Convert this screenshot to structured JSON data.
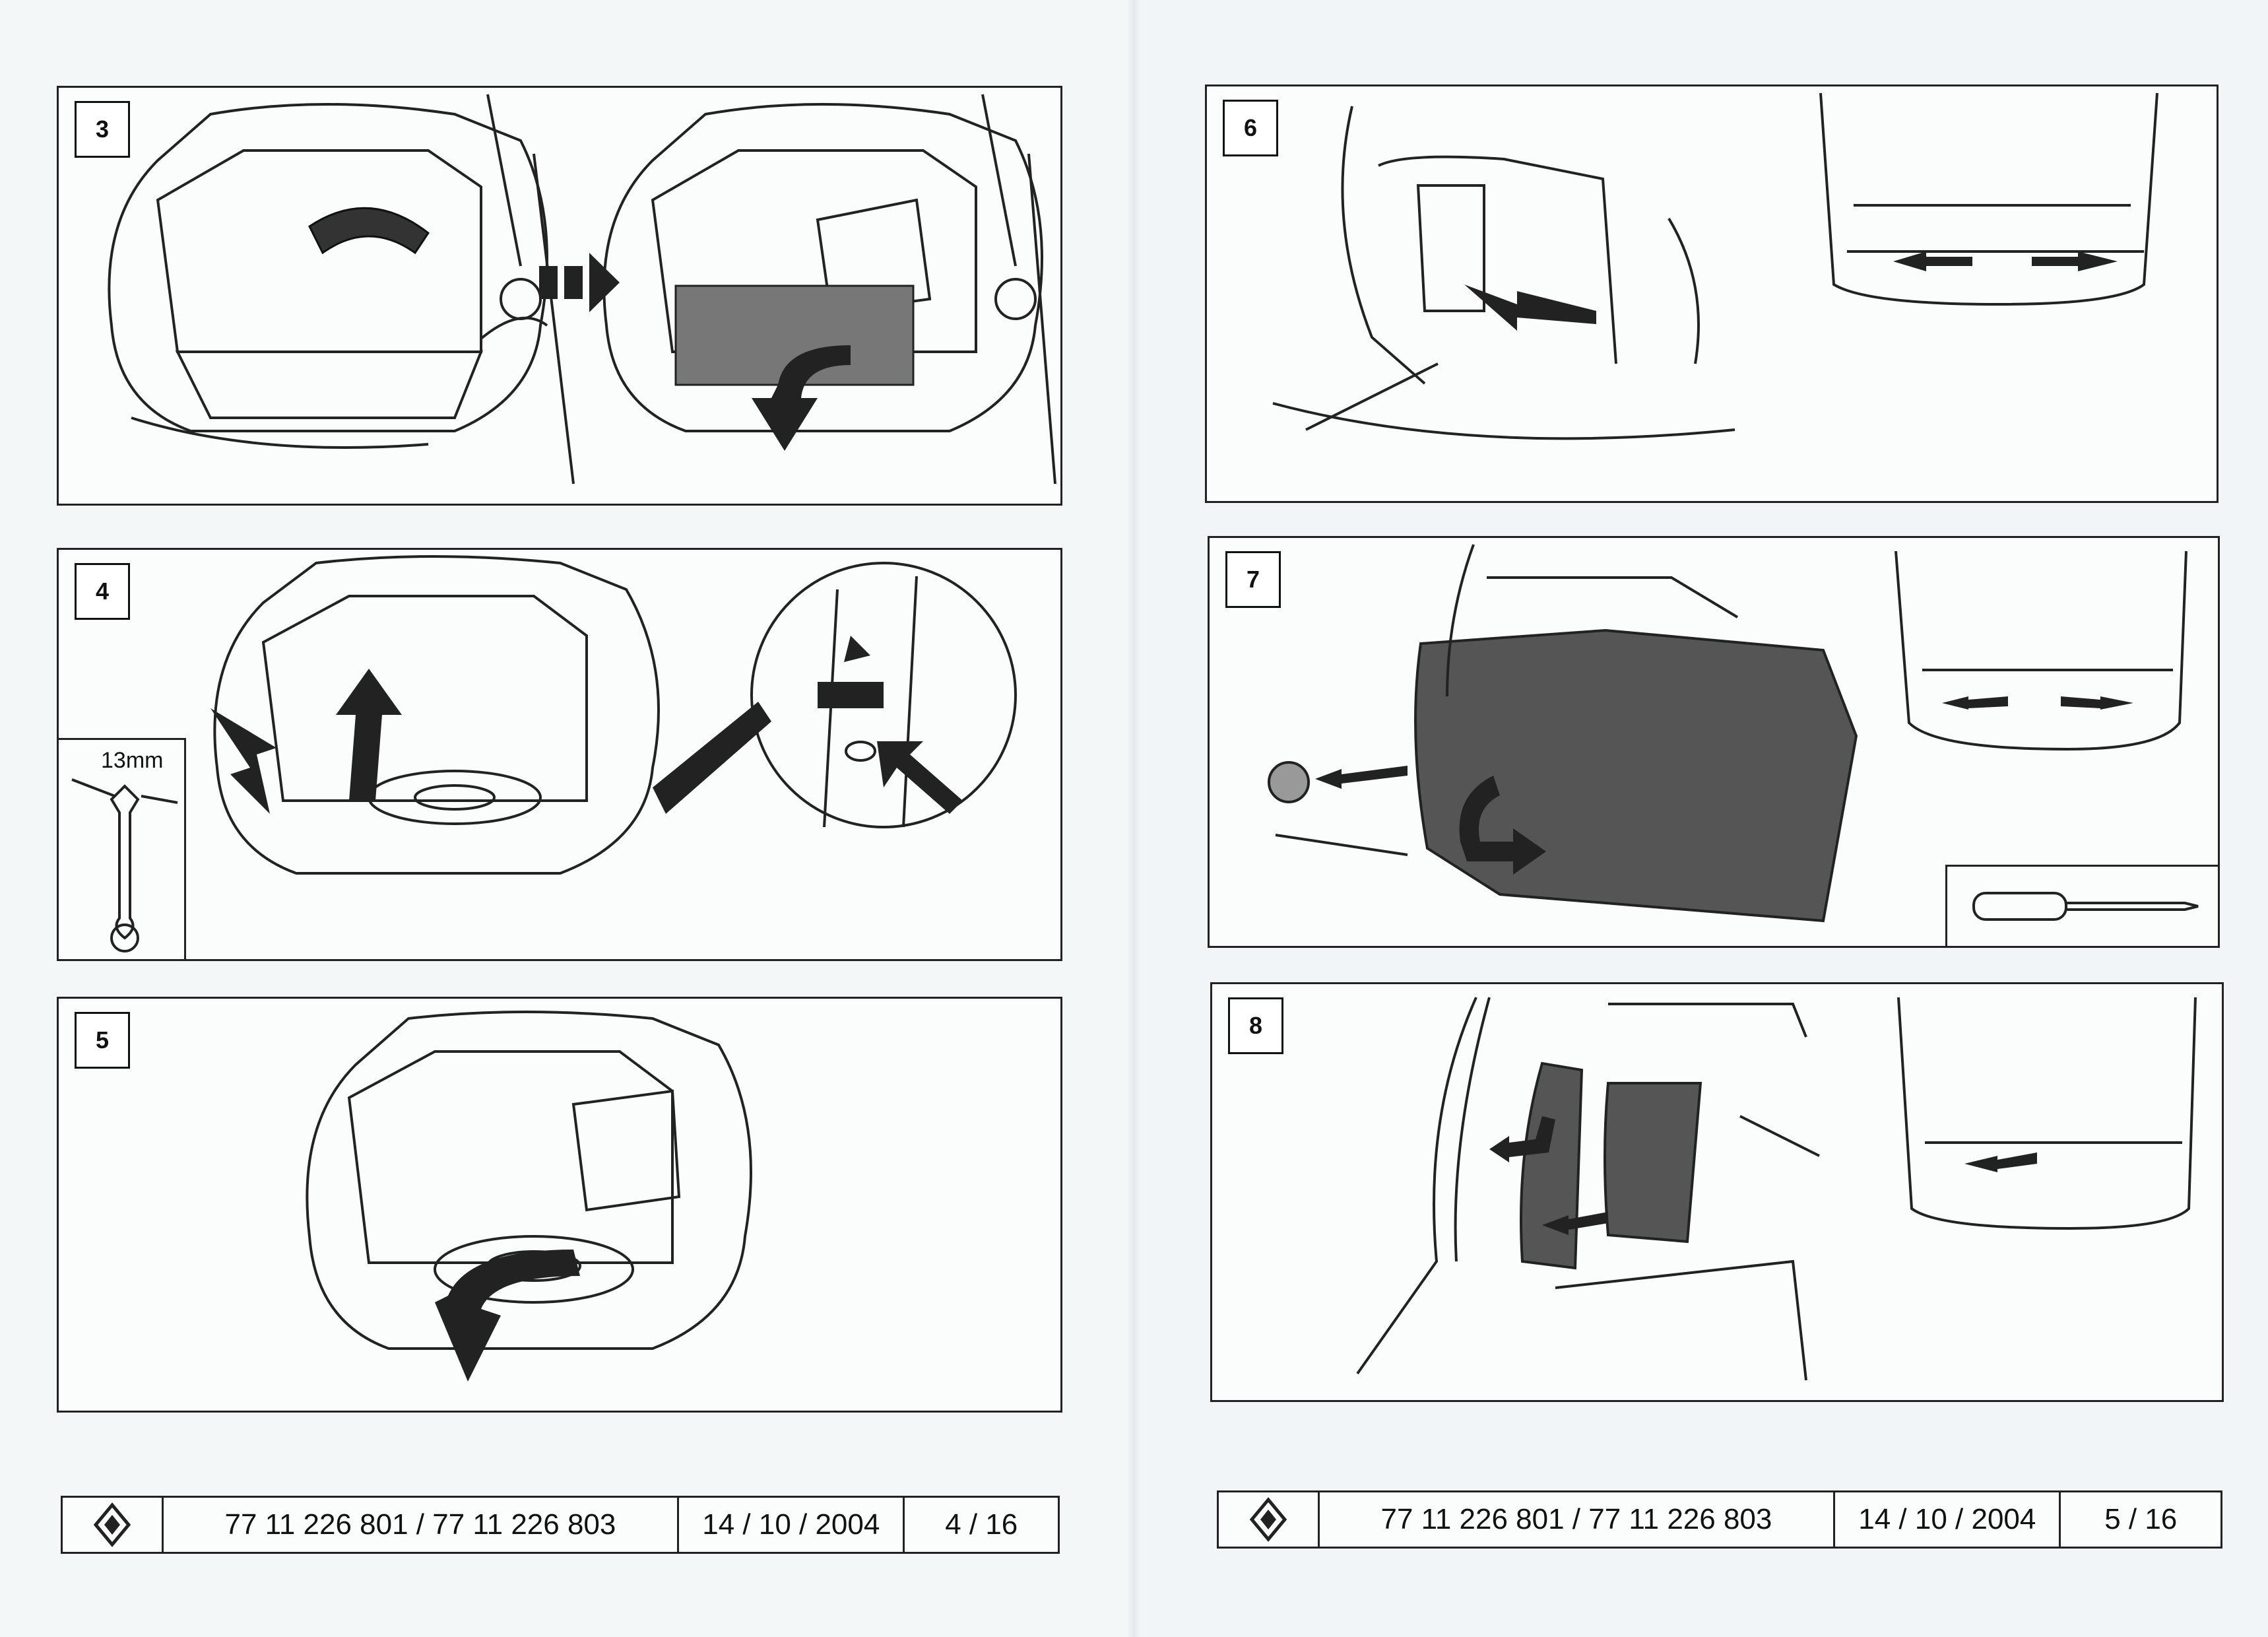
{
  "left_page": {
    "steps": [
      {
        "number": "3"
      },
      {
        "number": "4",
        "tool_label": "13mm"
      },
      {
        "number": "5"
      }
    ],
    "footer": {
      "part_numbers": "77 11 226 801 / 77 11 226 803",
      "date": "14 / 10 / 2004",
      "page": "4 / 16",
      "logo_icon": "renault-logo-icon"
    }
  },
  "right_page": {
    "steps": [
      {
        "number": "6"
      },
      {
        "number": "7"
      },
      {
        "number": "8"
      }
    ],
    "footer": {
      "part_numbers": "77 11 226 801 / 77 11 226 803",
      "date": "14 / 10 / 2004",
      "page": "5 / 16",
      "logo_icon": "renault-logo-icon"
    }
  }
}
